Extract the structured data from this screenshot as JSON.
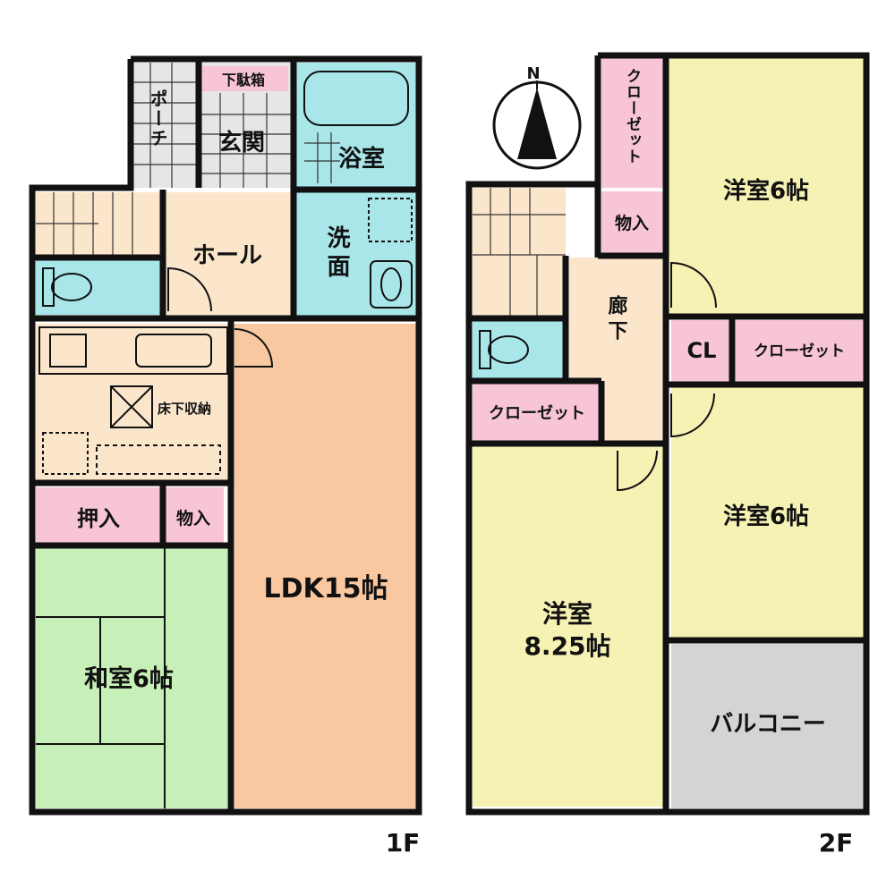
{
  "floors": {
    "first": {
      "label": "1F",
      "rooms": {
        "porch": "ポーチ",
        "shoe_storage": "下駄箱",
        "entrance": "玄関",
        "bath": "浴室",
        "hall": "ホール",
        "washroom": "洗面",
        "underfloor_storage": "床下収納",
        "ldk": "LDK15帖",
        "oshiire": "押入",
        "storage": "物入",
        "washitsu": "和室6帖"
      }
    },
    "second": {
      "label": "2F",
      "rooms": {
        "closet_top": "クローゼット",
        "storage": "物入",
        "bedroom_ne": "洋室6帖",
        "corridor": "廊下",
        "cl": "CL",
        "closet_east": "クローゼット",
        "closet_west": "クローゼット",
        "bedroom_e": "洋室6帖",
        "bedroom_main_line1": "洋室",
        "bedroom_main_line2": "8.25帖",
        "balcony": "バルコニー"
      }
    }
  },
  "compass": {
    "label": "N"
  },
  "colors": {
    "wet_area": "#a8e6ea",
    "hall": "#fbe6cc",
    "ldk": "#f9c8a0",
    "storage": "#f7c4d8",
    "washitsu": "#c6f0b8",
    "yoshitsu": "#f6f2b4",
    "balcony": "#d4d4d4",
    "entrance_tile": "#e6e6e6"
  }
}
